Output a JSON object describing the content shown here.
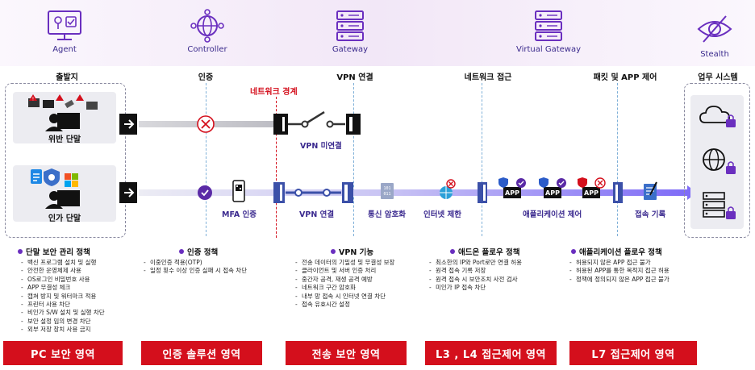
{
  "components": [
    {
      "label": "Agent",
      "icon": "agent-monitor-icon"
    },
    {
      "label": "Controller",
      "icon": "controller-globe-icon"
    },
    {
      "label": "Gateway",
      "icon": "gateway-server-icon"
    },
    {
      "label": "Virtual Gateway",
      "icon": "virtual-gateway-server-icon"
    },
    {
      "label": "Stealth",
      "icon": "stealth-eye-slash-icon"
    }
  ],
  "stages": {
    "origin": "출발지",
    "auth": "인증",
    "vpn": "VPN 연결",
    "network": "네트워크 접근",
    "packet": "패킷 및 APP 제어",
    "system": "업무 시스템"
  },
  "network_boundary": "네트워크 경계",
  "terminals": {
    "violation": "위반 단말",
    "approved": "인가 단말"
  },
  "top_row": {
    "vpn_not_connected": "VPN 미연결"
  },
  "bottom_row": {
    "mfa": "MFA 인증",
    "vpn": "VPN 연결",
    "encryption": "통신 암호화",
    "internet_block": "인터넷 제한",
    "app_control": "애플리케이션 제어",
    "access_log": "접속 기록",
    "app_label": "APP"
  },
  "sections": [
    {
      "title": "단말 보안 관리 정책",
      "items": [
        "백신 프로그램 설치 및 실행",
        "안전한 운영체제 사용",
        "OS로그인 비밀번호 사용",
        "APP 무결성 체크",
        "캡쳐 방지 및 워터마크 적용",
        "프린터 사용 차단",
        "비인가 S/W 설치 및 실행 차단",
        "보안 설정 임의 변경 차단",
        "외부 저장 장치 사용 금지"
      ]
    },
    {
      "title": "인증 정책",
      "items": [
        "이중인증 적용(OTP)",
        "일정 횟수 이상 인증 실패 시 접속 차단"
      ]
    },
    {
      "title": "VPN 기능",
      "items": [
        "전송 데이터의 기밀성 및 무결성 보장",
        "클라이언트 및 서버 인증 처리",
        "중간자 공격, 재생 공격 예방",
        "네트워크 구간 암호화",
        "내부 망 접속 시 인터넷 연결 차단",
        "접속 유효시간 설정"
      ]
    },
    {
      "title": "애드온 플로우 정책",
      "items": [
        "최소한의 IP와 Port로만 연결 허용",
        "원격 접속 기록 저장",
        "원격 접속 시 보안조치 사전 검사",
        "미인가 IP 접속 차단"
      ]
    },
    {
      "title": "애플리케이션 플로우 정책",
      "items": [
        "허용되지 않은 APP 접근 불가",
        "허용된 APP를 통한 목적지 접근 허용",
        "정책에 정의되지 않은 APP 접근 불가"
      ]
    }
  ],
  "footers": [
    "PC 보안 영역",
    "인증 솔루션 영역",
    "전송 보안 영역",
    "L3 , L4 접근제어 영역",
    "L7 접근제어 영역"
  ],
  "colors": {
    "accent_purple": "#6a2fbf",
    "label_navy": "#3a2a8c",
    "footer_red": "#d40f1c",
    "alert_red": "#d40f1c",
    "flow_lavender": "#9b8cff"
  }
}
